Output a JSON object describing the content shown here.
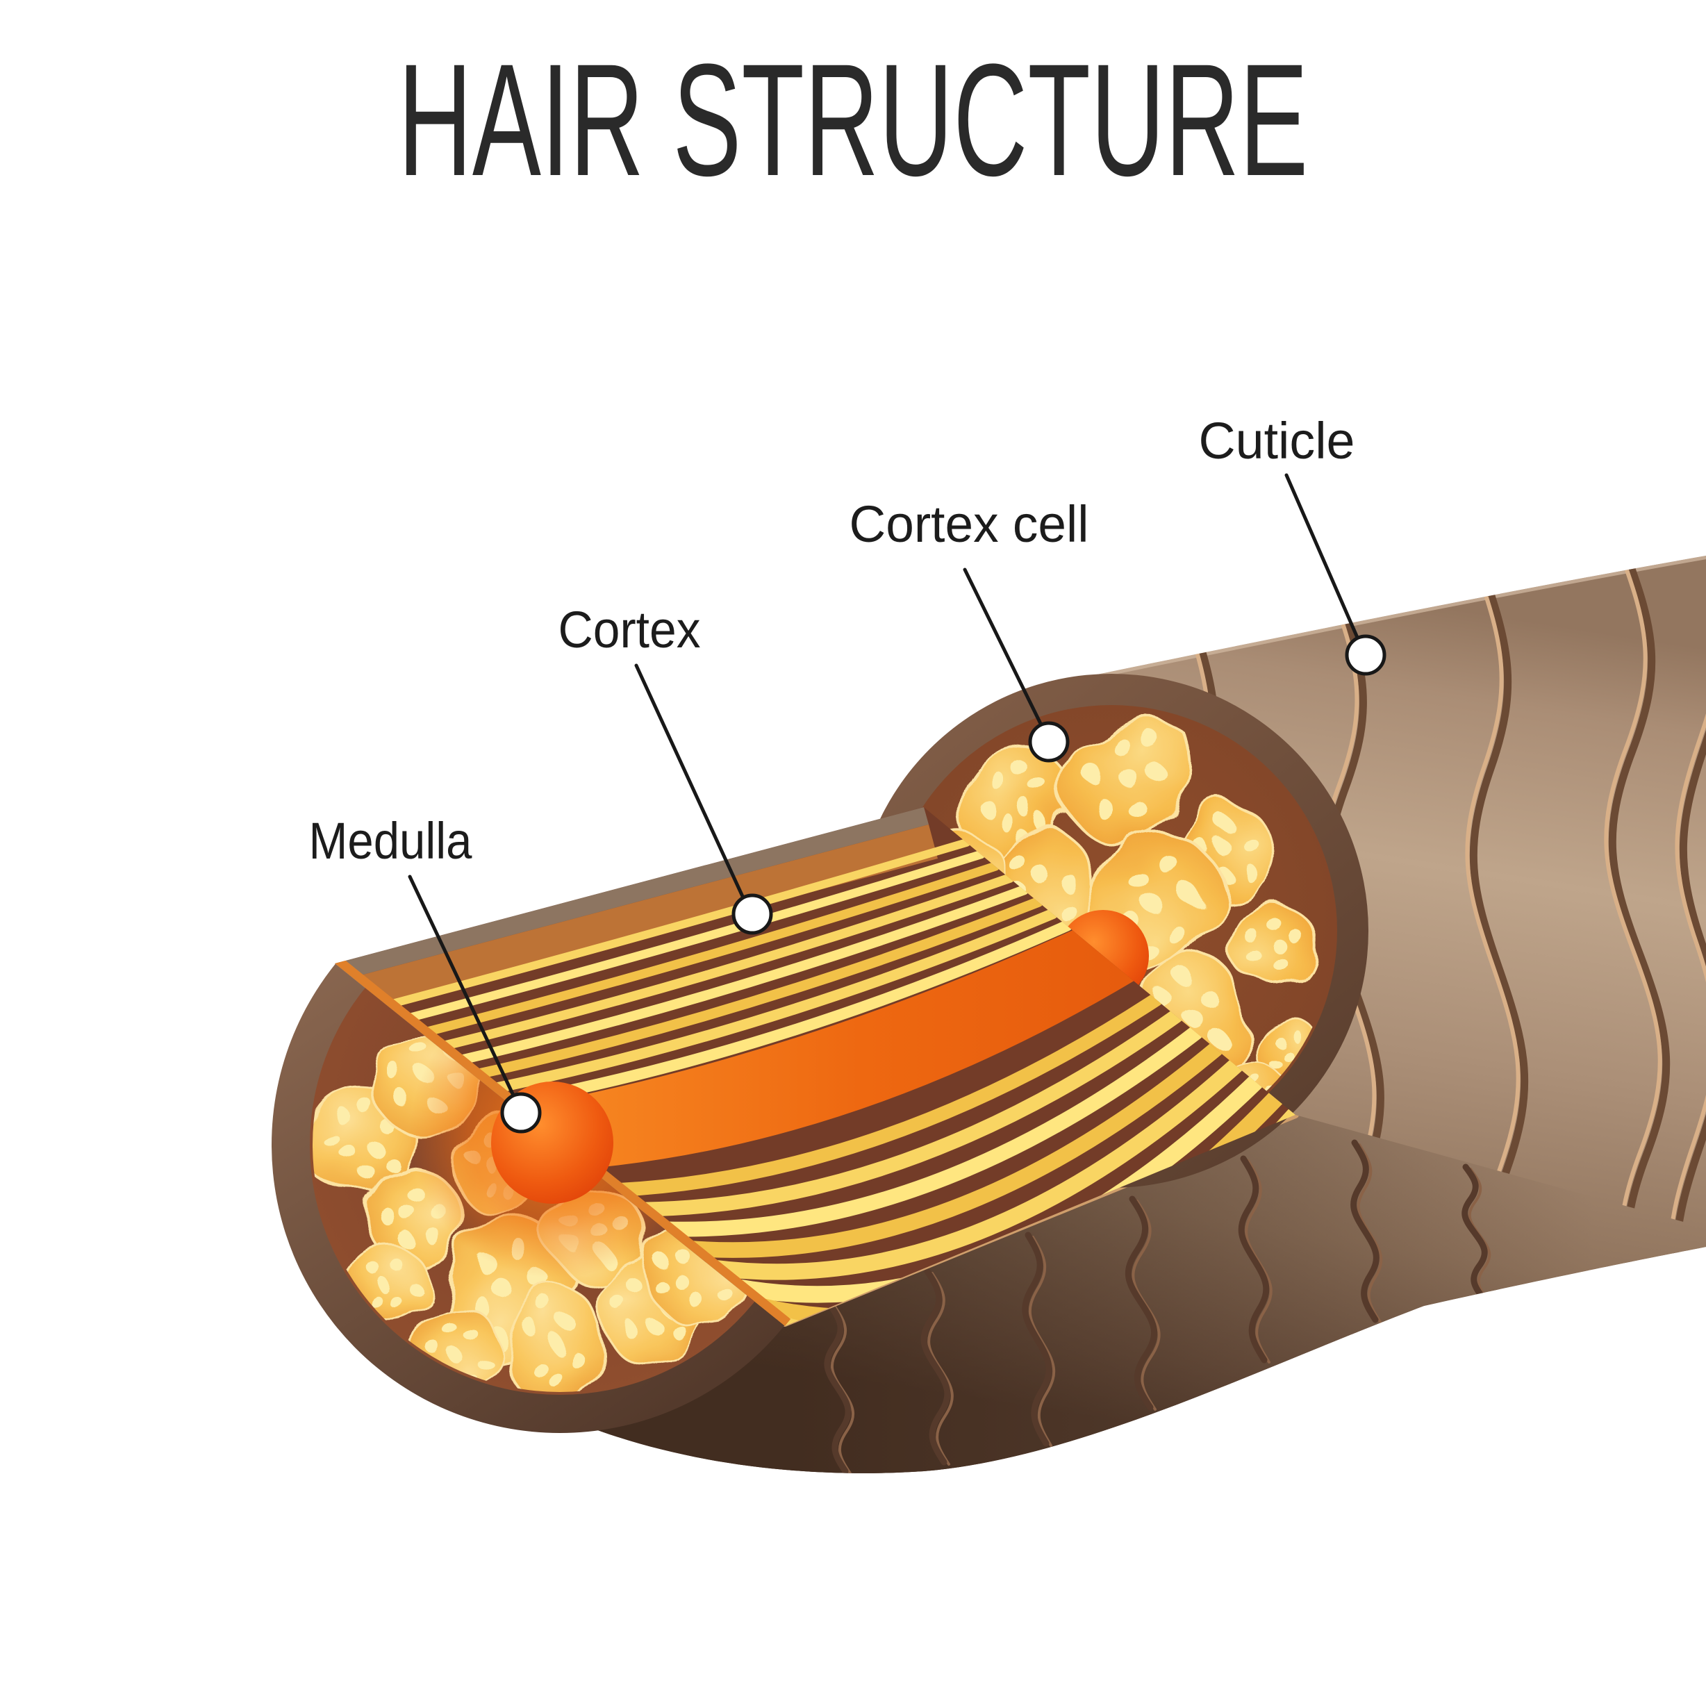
{
  "title": "HAIR STRUCTURE",
  "diagram": {
    "parts": [
      {
        "name": "Medulla"
      },
      {
        "name": "Cortex"
      },
      {
        "name": "Cortex cell"
      },
      {
        "name": "Cuticle"
      }
    ]
  },
  "colors": {
    "background": "#ffffff",
    "title_ink": "#2a2a2a",
    "label_ink": "#1c1c1c",
    "leader_line": "#181818",
    "callout_fill": "#ffffff",
    "hair_shaft_light": "#bfa58b",
    "hair_shaft_dark": "#5d4434",
    "cuticle_ridge": "#d9b088",
    "section_background": "#733c28",
    "cortex_cell_gold": "#f8c65c",
    "cortex_cell_dot": "#fdedaa",
    "cortex_fiber_yellow": "#f9d563",
    "medulla_orange": "#ee6811",
    "medulla_red": "#dd3c07"
  }
}
